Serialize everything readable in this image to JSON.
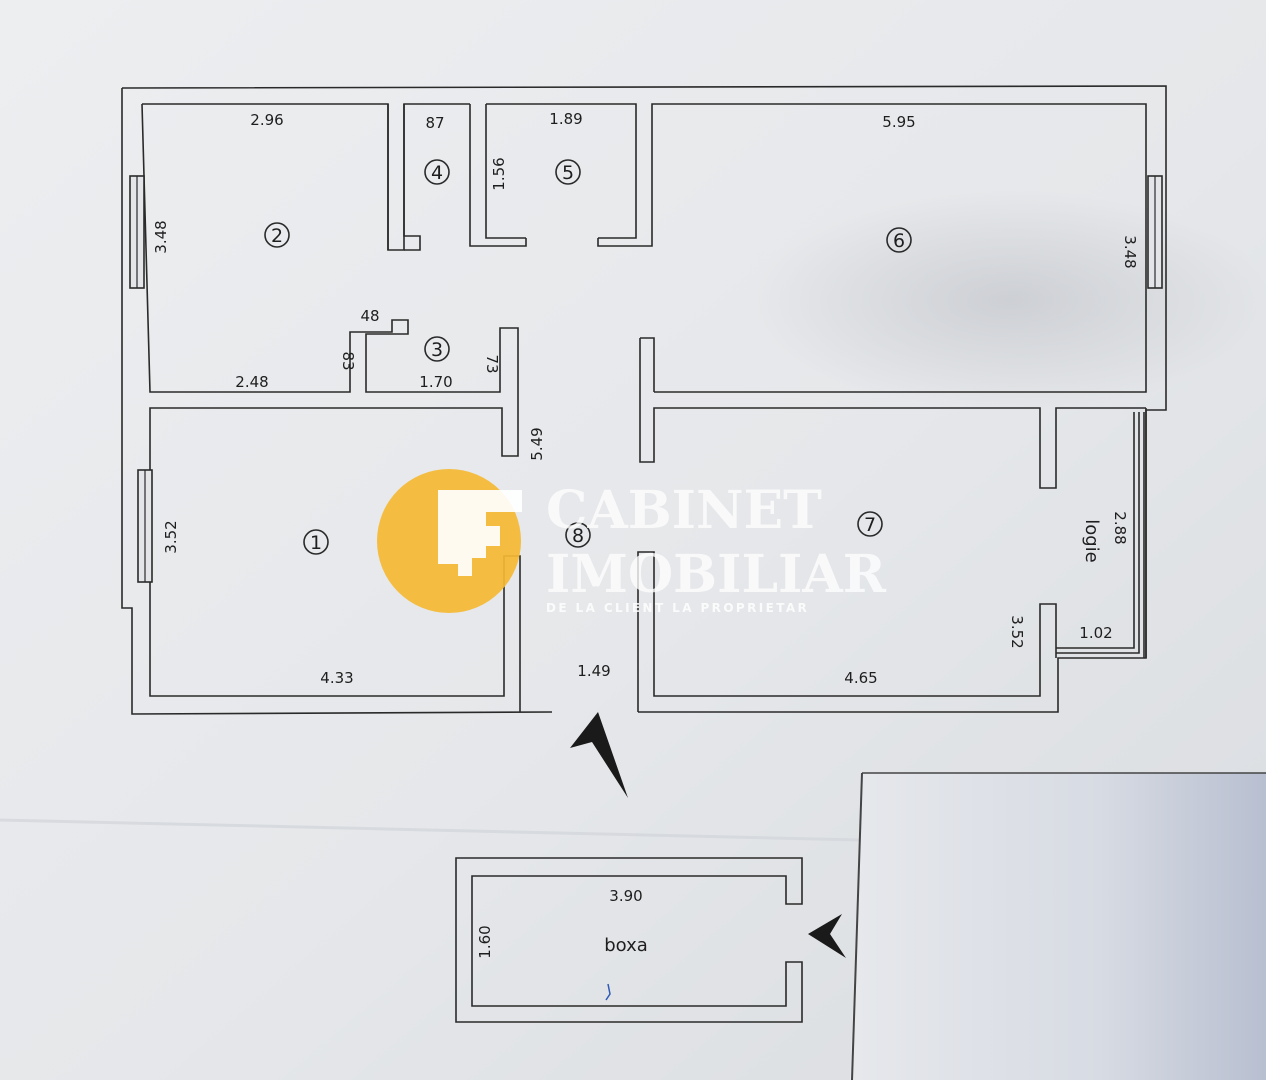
{
  "rooms": [
    {
      "id": "1",
      "num": "1"
    },
    {
      "id": "2",
      "num": "2"
    },
    {
      "id": "3",
      "num": "3"
    },
    {
      "id": "4",
      "num": "4"
    },
    {
      "id": "5",
      "num": "5"
    },
    {
      "id": "6",
      "num": "6"
    },
    {
      "id": "7",
      "num": "7"
    },
    {
      "id": "8",
      "num": "8"
    }
  ],
  "labels": {
    "logie": "logie",
    "boxa": "boxa"
  },
  "dimensions": {
    "r2_width": "2.96",
    "r2_height": "3.48",
    "r2_bottom": "2.48",
    "r4_width": "87",
    "r5_width": "1.89",
    "r5_height": "1.56",
    "r6_width": "5.95",
    "r6_height": "3.48",
    "r3_nook_width": "48",
    "r3_nook_height": "83",
    "r3_width": "1.70",
    "r3_height": "73",
    "hall_length": "5.49",
    "r1_height": "3.52",
    "r1_width": "4.33",
    "entry_width": "1.49",
    "r7_width": "4.65",
    "r7_height": "3.52",
    "logie_length": "2.88",
    "logie_width": "1.02",
    "boxa_width": "3.90",
    "boxa_height": "1.60"
  },
  "watermark": {
    "line1": "CABINET",
    "line2": "IMOBILIAR",
    "tagline": "DE LA CLIENT LA PROPRIETAR",
    "brand_color": "#f5b833"
  }
}
